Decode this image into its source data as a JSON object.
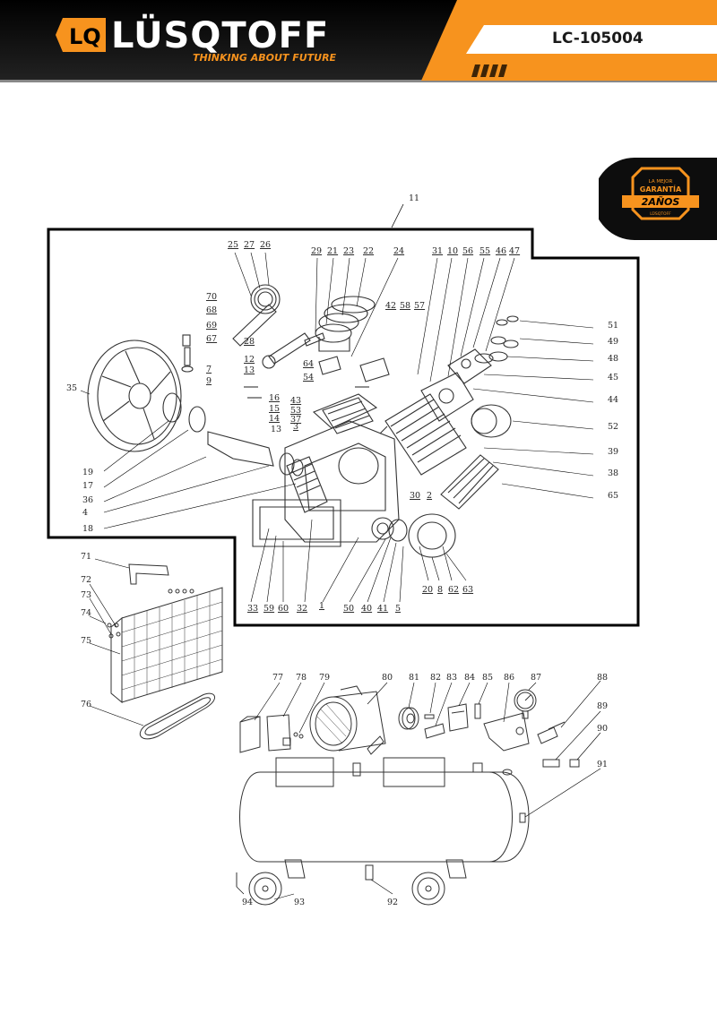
{
  "header": {
    "brand": "LÜSQTOFF",
    "brand_mark": "LQ",
    "tagline": "THINKING ABOUT FUTURE",
    "model": "LC-105004"
  },
  "warranty_badge": {
    "line1": "LA MEJOR",
    "line2": "GARANTÍA",
    "line3": "2AÑOS",
    "line4": "LÜSQTOFF"
  },
  "colors": {
    "orange": "#f7931e",
    "black": "#0d0d0d",
    "white": "#ffffff"
  },
  "group_label": "11",
  "labels": {
    "n25": "25",
    "n27": "27",
    "n26": "26",
    "n29": "29",
    "n21": "21",
    "n23": "23",
    "n22": "22",
    "n24": "24",
    "n31": "31",
    "n10": "10",
    "n56": "56",
    "n55": "55",
    "n46": "46",
    "n47": "47",
    "n70": "70",
    "n68": "68",
    "n69": "69",
    "n67": "67",
    "n28": "28",
    "n12": "12",
    "n13a": "13",
    "n42": "42",
    "n58": "58",
    "n57": "57",
    "n51": "51",
    "n49": "49",
    "n48": "48",
    "n45": "45",
    "n44": "44",
    "n52": "52",
    "n39": "39",
    "n38": "38",
    "n65": "65",
    "n35": "35",
    "n7": "7",
    "n9": "9",
    "n64": "64",
    "n54": "54",
    "n16": "16",
    "n15": "15",
    "n14": "14",
    "n13b": "13",
    "n43": "43",
    "n53": "53",
    "n37": "37",
    "n3": "3",
    "n19": "19",
    "n17": "17",
    "n36": "36",
    "n4": "4",
    "n18": "18",
    "n30": "30",
    "n2": "2",
    "n33": "33",
    "n59": "59",
    "n60": "60",
    "n32": "32",
    "n1": "1",
    "n50": "50",
    "n40": "40",
    "n41": "41",
    "n5": "5",
    "n20": "20",
    "n8": "8",
    "n62": "62",
    "n63": "63",
    "n71": "71",
    "n72": "72",
    "n73": "73",
    "n74": "74",
    "n75": "75",
    "n76": "76",
    "n77": "77",
    "n78": "78",
    "n79": "79",
    "n80": "80",
    "n81": "81",
    "n82": "82",
    "n83": "83",
    "n84": "84",
    "n85": "85",
    "n86": "86",
    "n87": "87",
    "n88": "88",
    "n89": "89",
    "n90": "90",
    "n91": "91",
    "n92": "92",
    "n93": "93",
    "n94": "94"
  }
}
